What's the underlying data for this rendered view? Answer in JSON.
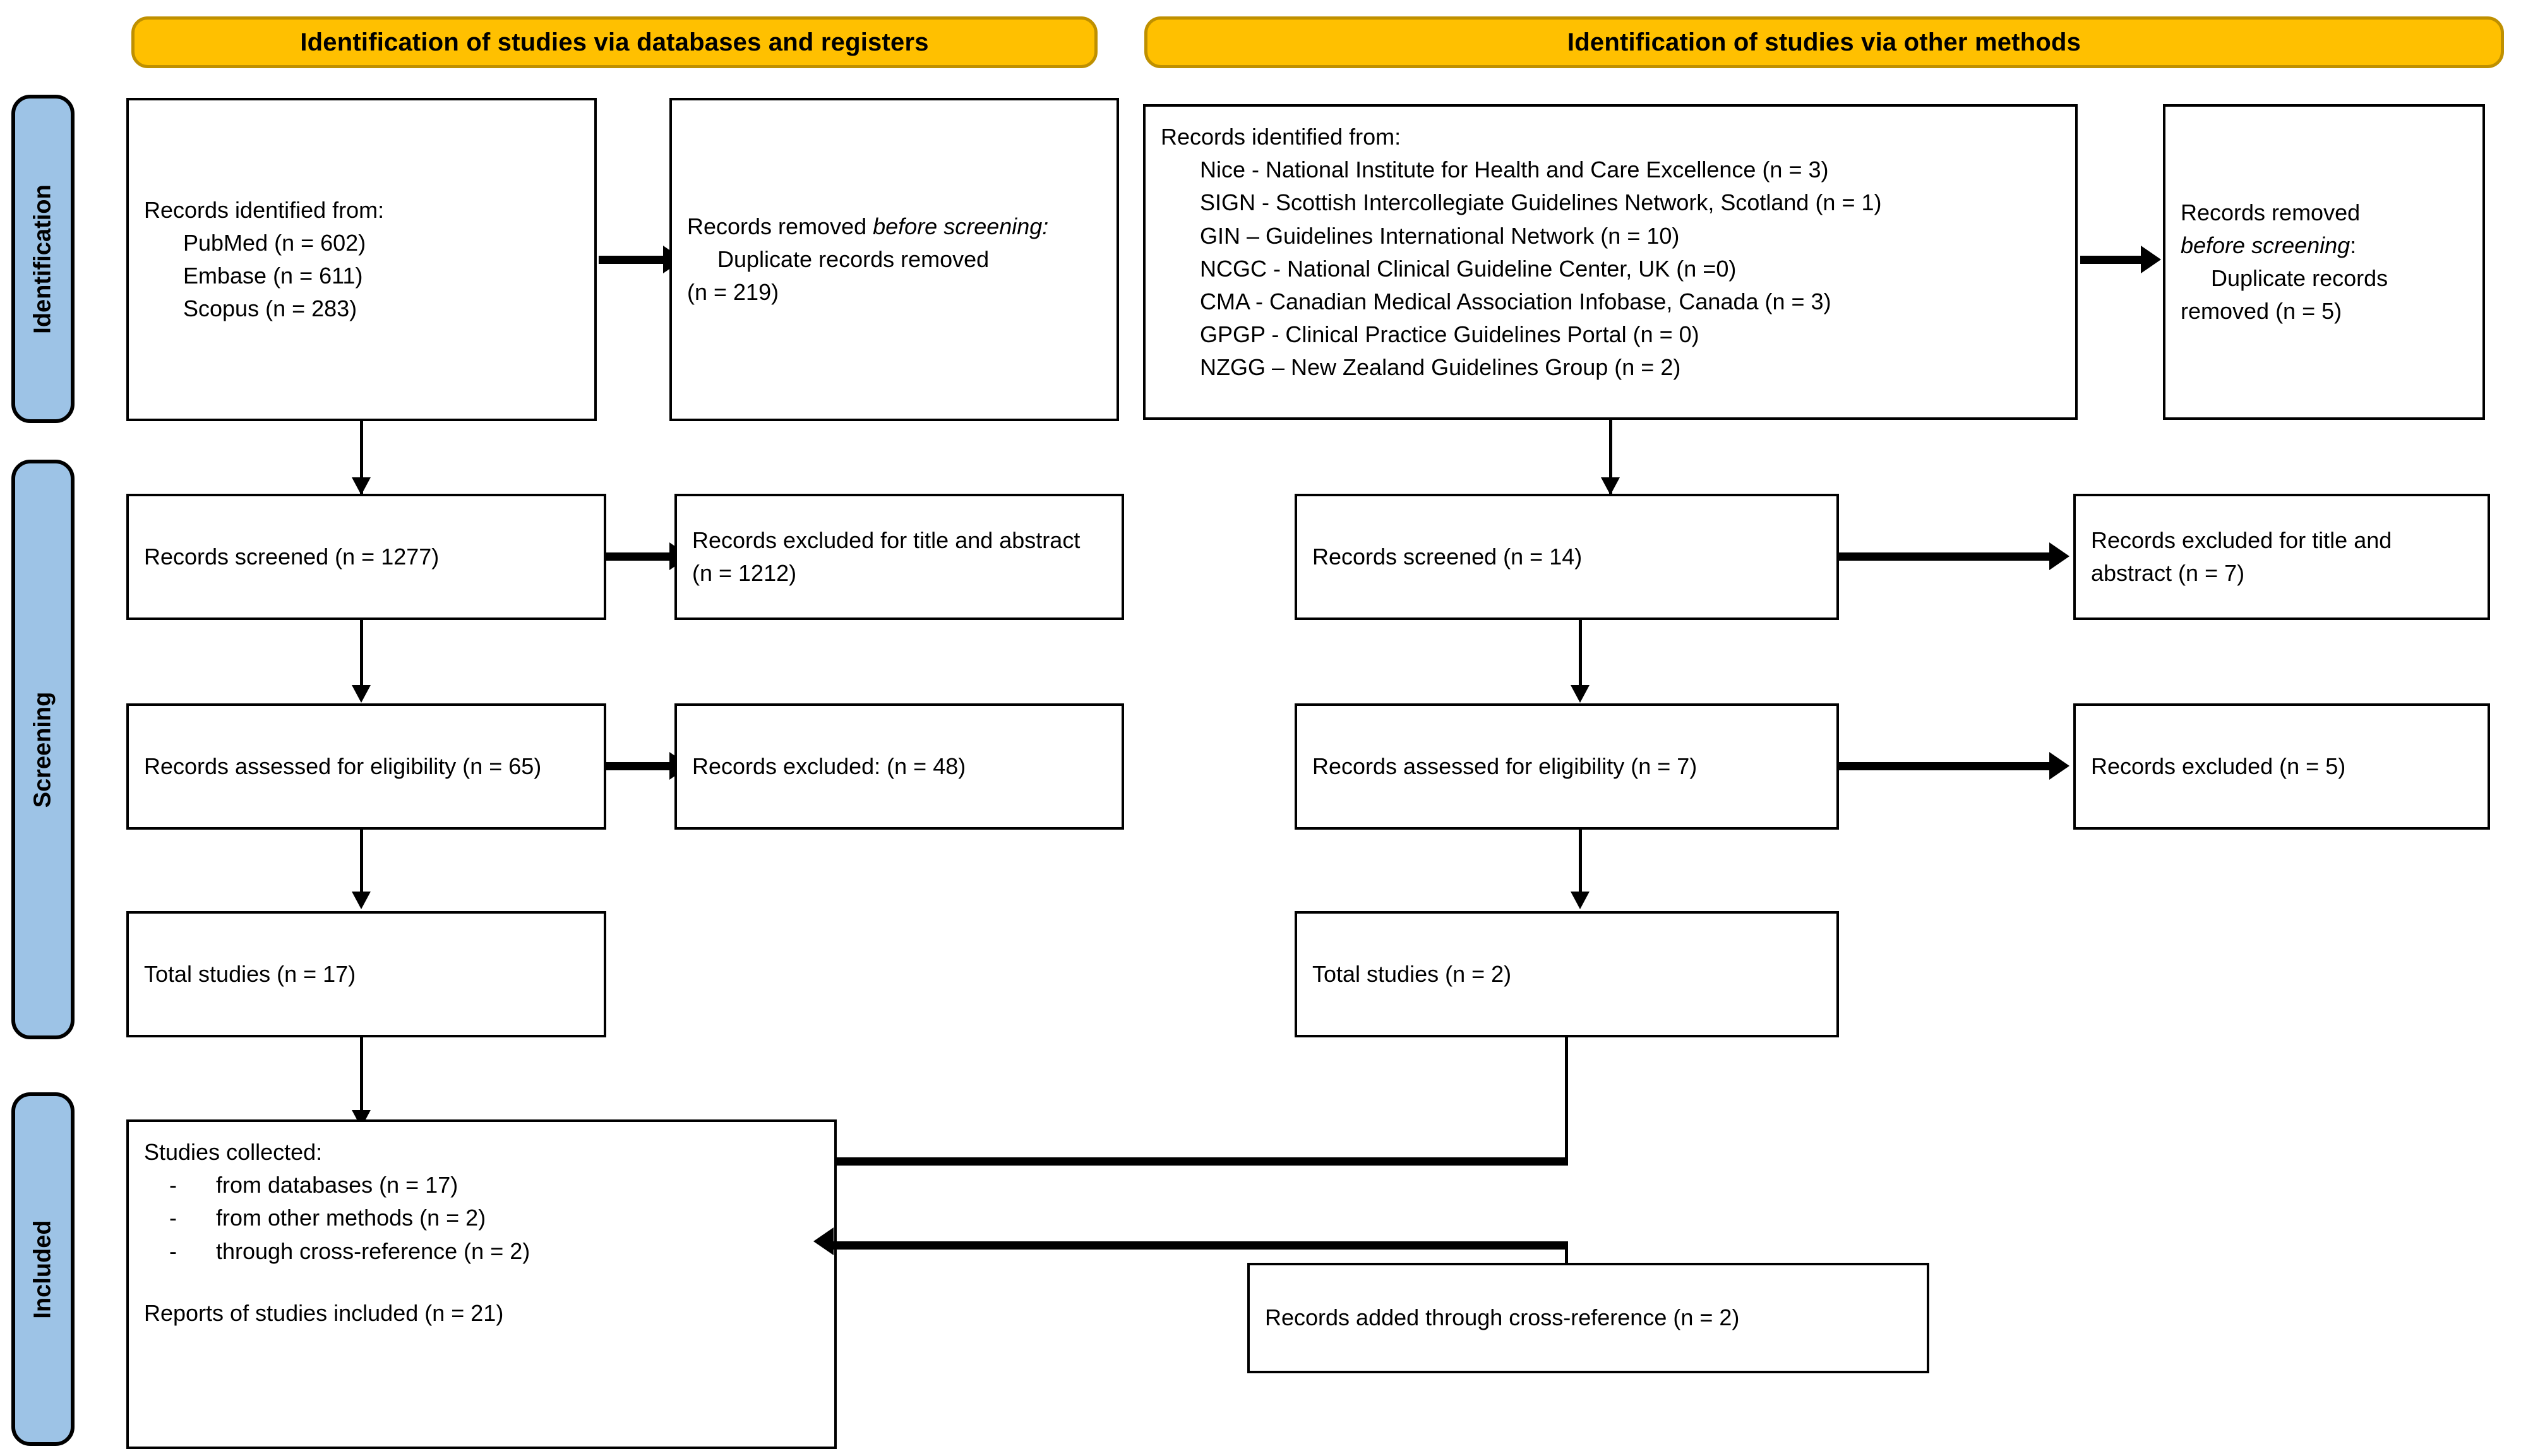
{
  "banners": {
    "databases": "Identification of studies via databases and registers",
    "other": "Identification of studies via other methods"
  },
  "rails": {
    "identification": "Identification",
    "screening": "Screening",
    "included": "Included"
  },
  "db_branch": {
    "identified": {
      "heading": "Records identified from:",
      "sources": [
        "PubMed (n = 602)",
        "Embase (n = 611)",
        "Scopus (n = 283)"
      ]
    },
    "removed": {
      "line1_a": "Records removed ",
      "line1_b": "before screening",
      "line1_c": ":",
      "line2": "Duplicate records removed",
      "line3": "(n = 219)"
    },
    "screened": "Records screened (n = 1277)",
    "excluded_title_abstract": "Records excluded for title and abstract (n = 1212)",
    "assessed": "Records assessed for eligibility (n = 65)",
    "excluded": "Records excluded: (n = 48)",
    "total": "Total studies (n = 17)"
  },
  "other_branch": {
    "identified": {
      "heading": "Records identified from:",
      "sources": [
        "Nice - National Institute for Health and Care Excellence (n = 3)",
        "SIGN - Scottish Intercollegiate Guidelines Network, Scotland (n = 1)",
        "GIN – Guidelines International Network (n = 10)",
        "NCGC - National Clinical Guideline Center, UK (n =0)",
        "CMA - Canadian Medical Association Infobase, Canada (n = 3)",
        "GPGP - Clinical Practice Guidelines Portal (n = 0)",
        "NZGG – New Zealand Guidelines Group (n = 2)"
      ]
    },
    "removed": {
      "line1": "Records removed",
      "line2_ital": "before screening",
      "line2_colon": ":",
      "line3": "Duplicate records",
      "line4": "removed (n = 5)"
    },
    "screened": "Records screened (n = 14)",
    "excluded_title_abstract": "Records excluded for title and abstract (n = 7)",
    "assessed": "Records assessed for eligibility (n = 7)",
    "excluded": "Records excluded (n = 5)",
    "total": "Total studies (n = 2)",
    "cross_reference": "Records added through cross-reference (n = 2)"
  },
  "included_box": {
    "heading": "Studies collected:",
    "items": [
      "from databases (n = 17)",
      "from other methods (n = 2)",
      "through cross-reference (n = 2)"
    ],
    "dash": "-",
    "reports": "Reports of studies included (n = 21)"
  },
  "colors": {
    "banner_fill": "#FFC000",
    "banner_border": "#BF9000",
    "rail_fill": "#9DC3E6",
    "line": "#000000"
  }
}
